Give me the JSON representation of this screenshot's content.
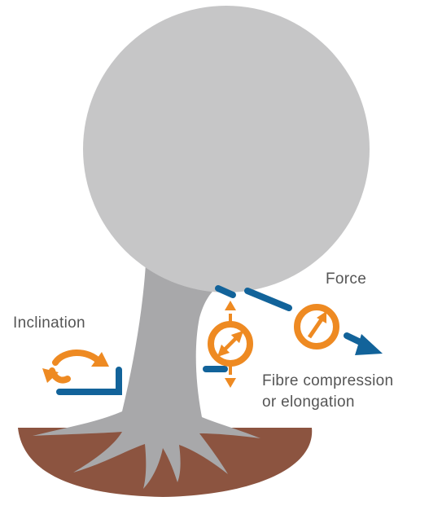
{
  "labels": {
    "inclination": "Inclination",
    "force": "Force",
    "fibre_line1": "Fibre compression",
    "fibre_line2": "or elongation"
  },
  "colors": {
    "crown": "#c6c6c7",
    "trunk": "#a8a8aa",
    "soil": "#8c5440",
    "orange": "#ee8a22",
    "blue": "#12639a",
    "text": "#555555"
  },
  "icons": {
    "inclination": "rotation-arrows-icon",
    "fibre": "bidirectional-arrow-circle-icon",
    "force": "diagonal-arrow-circle-icon",
    "force_direction": "force-arrow-icon"
  }
}
